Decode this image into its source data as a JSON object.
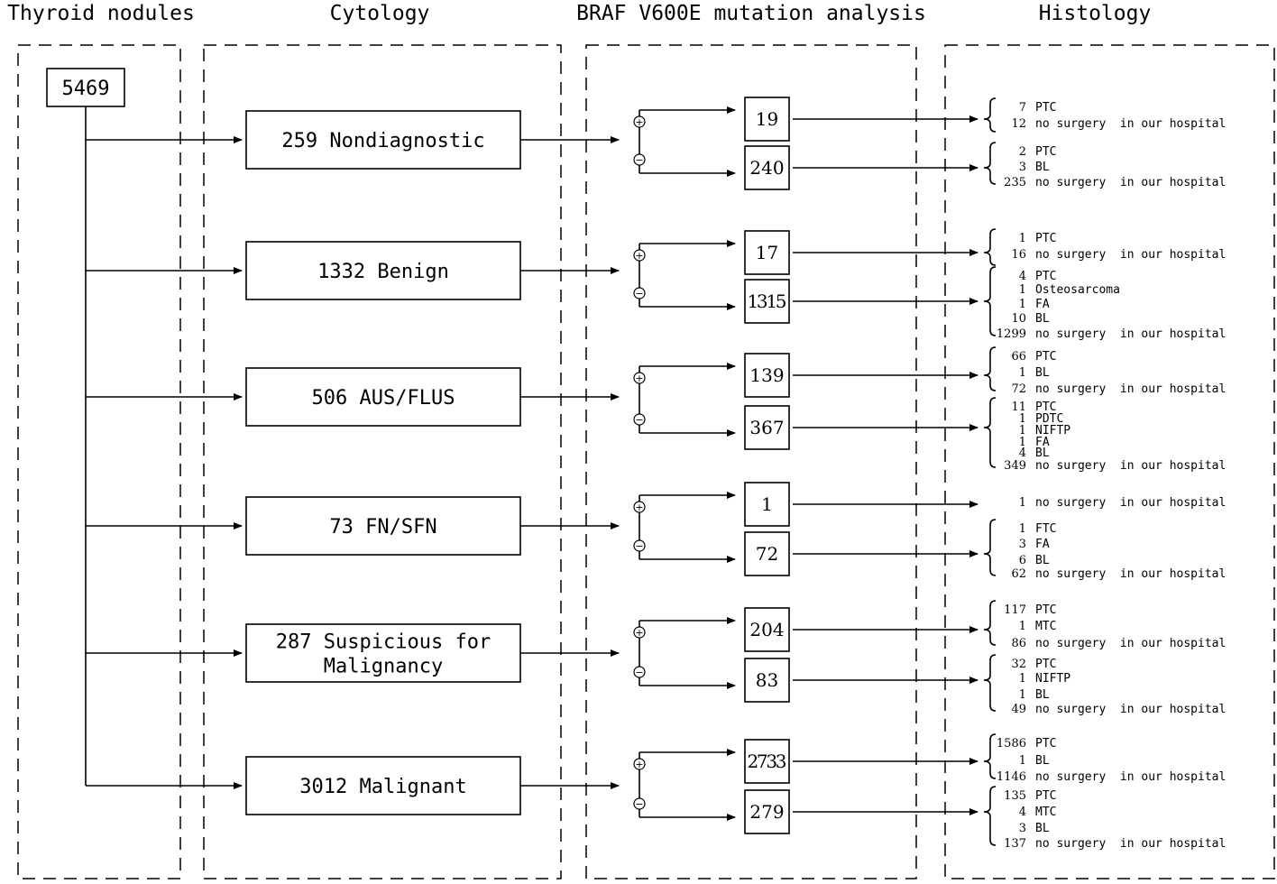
{
  "headers": {
    "nodules": "Thyroid nodules",
    "cytology": "Cytology",
    "mutation": "BRAF V600E mutation analysis",
    "histology": "Histology"
  },
  "total": "5469",
  "signs": {
    "positive": "+",
    "negative": "−"
  },
  "rows": [
    {
      "cytology": [
        "259 Nondiagnostic"
      ],
      "pos": {
        "count": "19",
        "histology": [
          {
            "n": "7",
            "label": "PTC"
          },
          {
            "n": "12",
            "label": "no surgery  in our hospital"
          }
        ]
      },
      "neg": {
        "count": "240",
        "histology": [
          {
            "n": "2",
            "label": "PTC"
          },
          {
            "n": "3",
            "label": "BL"
          },
          {
            "n": "235",
            "label": "no surgery  in our hospital"
          }
        ]
      }
    },
    {
      "cytology": [
        "1332 Benign"
      ],
      "pos": {
        "count": "17",
        "histology": [
          {
            "n": "1",
            "label": "PTC"
          },
          {
            "n": "16",
            "label": "no surgery  in our hospital"
          }
        ]
      },
      "neg": {
        "count": "1315",
        "histology": [
          {
            "n": "4",
            "label": "PTC"
          },
          {
            "n": "1",
            "label": "Osteosarcoma"
          },
          {
            "n": "1",
            "label": "FA"
          },
          {
            "n": "10",
            "label": "BL"
          },
          {
            "n": "1299",
            "label": "no surgery  in our hospital"
          }
        ]
      }
    },
    {
      "cytology": [
        "506 AUS/FLUS"
      ],
      "pos": {
        "count": "139",
        "histology": [
          {
            "n": "66",
            "label": "PTC"
          },
          {
            "n": "1",
            "label": "BL"
          },
          {
            "n": "72",
            "label": "no surgery  in our hospital"
          }
        ]
      },
      "neg": {
        "count": "367",
        "histology": [
          {
            "n": "11",
            "label": "PTC"
          },
          {
            "n": "1",
            "label": "PDTC"
          },
          {
            "n": "1",
            "label": "NIFTP"
          },
          {
            "n": "1",
            "label": "FA"
          },
          {
            "n": "4",
            "label": "BL"
          },
          {
            "n": "349",
            "label": "no surgery  in our hospital"
          }
        ]
      }
    },
    {
      "cytology": [
        "73 FN/SFN"
      ],
      "pos": {
        "count": "1",
        "histology": [
          {
            "n": "1",
            "label": "no surgery  in our hospital"
          }
        ]
      },
      "neg": {
        "count": "72",
        "histology": [
          {
            "n": "1",
            "label": "FTC"
          },
          {
            "n": "3",
            "label": "FA"
          },
          {
            "n": "6",
            "label": "BL"
          },
          {
            "n": "62",
            "label": "no surgery  in our hospital"
          }
        ]
      }
    },
    {
      "cytology": [
        "287 Suspicious  for",
        "Malignancy"
      ],
      "pos": {
        "count": "204",
        "histology": [
          {
            "n": "117",
            "label": "PTC"
          },
          {
            "n": "1",
            "label": "MTC"
          },
          {
            "n": "86",
            "label": "no surgery  in our hospital"
          }
        ]
      },
      "neg": {
        "count": "83",
        "histology": [
          {
            "n": "32",
            "label": "PTC"
          },
          {
            "n": "1",
            "label": "NIFTP"
          },
          {
            "n": "1",
            "label": "BL"
          },
          {
            "n": "49",
            "label": "no surgery  in our hospital"
          }
        ]
      }
    },
    {
      "cytology": [
        "3012 Malignant"
      ],
      "pos": {
        "count": "2733",
        "histology": [
          {
            "n": "1586",
            "label": "PTC"
          },
          {
            "n": "1",
            "label": "BL"
          },
          {
            "n": "1146",
            "label": "no surgery  in our hospital"
          }
        ]
      },
      "neg": {
        "count": "279",
        "histology": [
          {
            "n": "135",
            "label": "PTC"
          },
          {
            "n": "4",
            "label": "MTC"
          },
          {
            "n": "3",
            "label": "BL"
          },
          {
            "n": "137",
            "label": "no surgery  in our hospital"
          }
        ]
      }
    }
  ]
}
